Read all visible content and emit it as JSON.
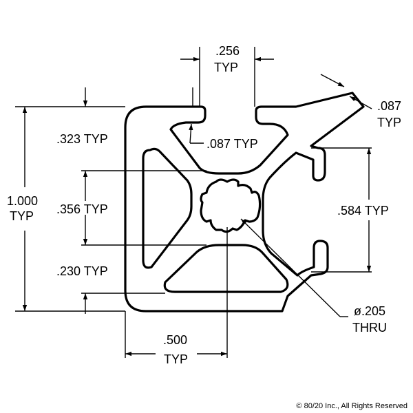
{
  "dimensions": {
    "slot_opening": {
      "value": ".256",
      "unit": "TYP"
    },
    "wall_thickness_top": {
      "value": ".087",
      "unit": "TYP"
    },
    "wall_thickness_diag": {
      "value": ".087",
      "unit": "TYP"
    },
    "upper_cavity": ".323 TYP",
    "core": ".356 TYP",
    "lower_cavity": ".230 TYP",
    "overall": {
      "value": "1.000",
      "unit": "TYP"
    },
    "slot_spacing": ".584 TYP",
    "half_width": {
      "value": ".500",
      "unit": "TYP"
    },
    "bore": {
      "value": "ø.205",
      "note": "THRU"
    }
  },
  "copyright": "© 80/20 Inc., All Rights Reserved"
}
